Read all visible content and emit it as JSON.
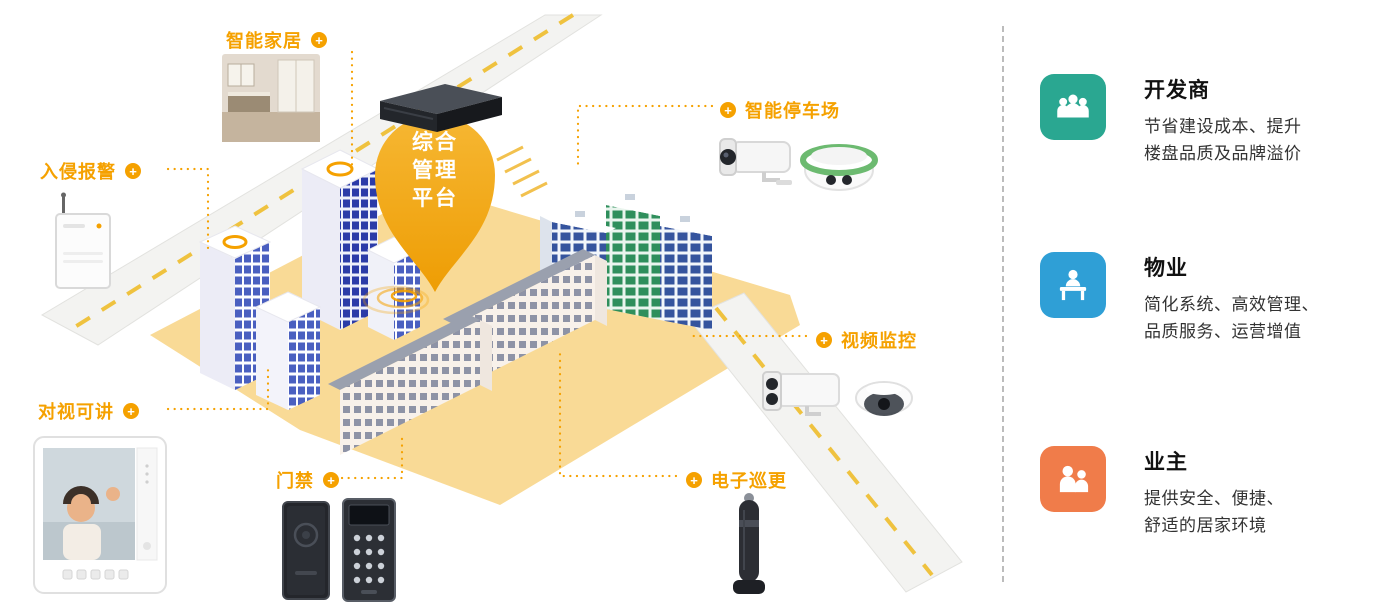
{
  "colors": {
    "accent": "#F5A100",
    "pin_gradient_top": "#F6B733",
    "pin_gradient_bottom": "#EE9D04",
    "developer": "#2AA791",
    "property": "#2F9FD6",
    "owner": "#F07C4A"
  },
  "icons": {
    "plus": "+"
  },
  "pin": {
    "lines": [
      "综合",
      "管理",
      "平台"
    ]
  },
  "callouts": {
    "smart_home": {
      "label": "智能家居"
    },
    "intrusion_alarm": {
      "label": "入侵报警"
    },
    "video_intercom": {
      "label": "对视可讲"
    },
    "access_control": {
      "label": "门禁"
    },
    "smart_parking": {
      "label": "智能停车场"
    },
    "video_surveillance": {
      "label": "视频监控"
    },
    "electronic_patrol": {
      "label": "电子巡更"
    }
  },
  "benefits": [
    {
      "title": "开发商",
      "desc_lines": [
        "节省建设成本、提升",
        "楼盘品质及品牌溢价"
      ],
      "color": "#2AA791"
    },
    {
      "title": "物业",
      "desc_lines": [
        "简化系统、高效管理、",
        "品质服务、运营增值"
      ],
      "color": "#2F9FD6"
    },
    {
      "title": "业主",
      "desc_lines": [
        "提供安全、便捷、",
        "舒适的居家环境"
      ],
      "color": "#F07C4A"
    }
  ]
}
